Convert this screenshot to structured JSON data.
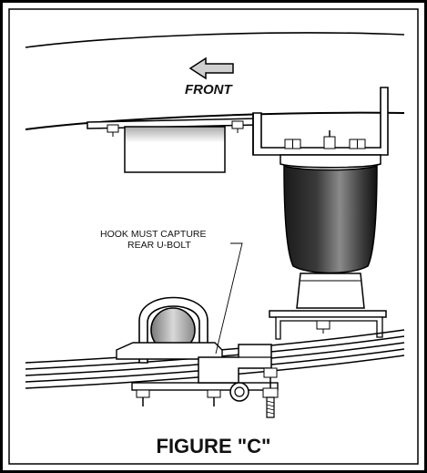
{
  "figure": {
    "direction_label": "FRONT",
    "callout_line1": "HOOK MUST CAPTURE",
    "callout_line2": "REAR U-BOLT",
    "caption": "FIGURE \"C\""
  },
  "icons": [
    "arrow-left-icon"
  ]
}
